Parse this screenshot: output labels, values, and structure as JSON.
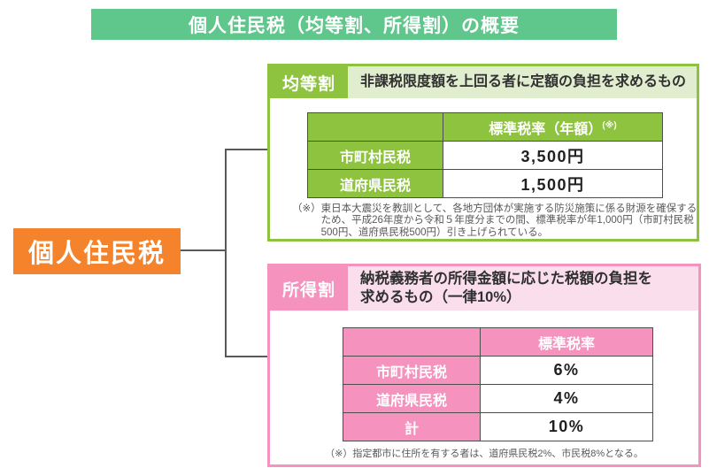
{
  "title_bar": {
    "text": "個人住民税（均等割、所得割）の概要"
  },
  "root": {
    "label": "個人住民税"
  },
  "colors": {
    "title_green": "#5fc68c",
    "leaf_green": "#8dc33f",
    "leaf_green_light": "#e0edcf",
    "pink": "#f592be",
    "pink_light": "#fbdeec",
    "orange": "#f5832b",
    "line_gray": "#595959"
  },
  "per_capita": {
    "tag": "均等割",
    "description": "非課税限度額を上回る者に定額の負担を求めるもの",
    "table": {
      "rate_header": "標準税率（年額）",
      "rate_header_note": "(※)",
      "rows": [
        {
          "label": "市町村民税",
          "value": "3,500円"
        },
        {
          "label": "道府県民税",
          "value": "1,500円"
        }
      ]
    },
    "footnote_marker": "（※）",
    "footnote": "東日本大震災を教訓として、各地方団体が実施する防災施策に係る財源を確保するため、平成26年度から令和５年度分までの間、標準税率が年1,000円（市町村民税500円、道府県民税500円）引き上げられている。"
  },
  "income_based": {
    "tag": "所得割",
    "description_lines": [
      "納税義務者の所得金額に応じた税額の負担を",
      "求めるもの（一律10%）"
    ],
    "table": {
      "rate_header": "標準税率",
      "rows": [
        {
          "label": "市町村民税",
          "value": "6%"
        },
        {
          "label": "道府県民税",
          "value": "4%"
        },
        {
          "label": "計",
          "value": "10%"
        }
      ]
    },
    "footnote_marker": "（※）",
    "footnote": "指定都市に住所を有する者は、道府県民税2%、市民税8%となる。"
  }
}
